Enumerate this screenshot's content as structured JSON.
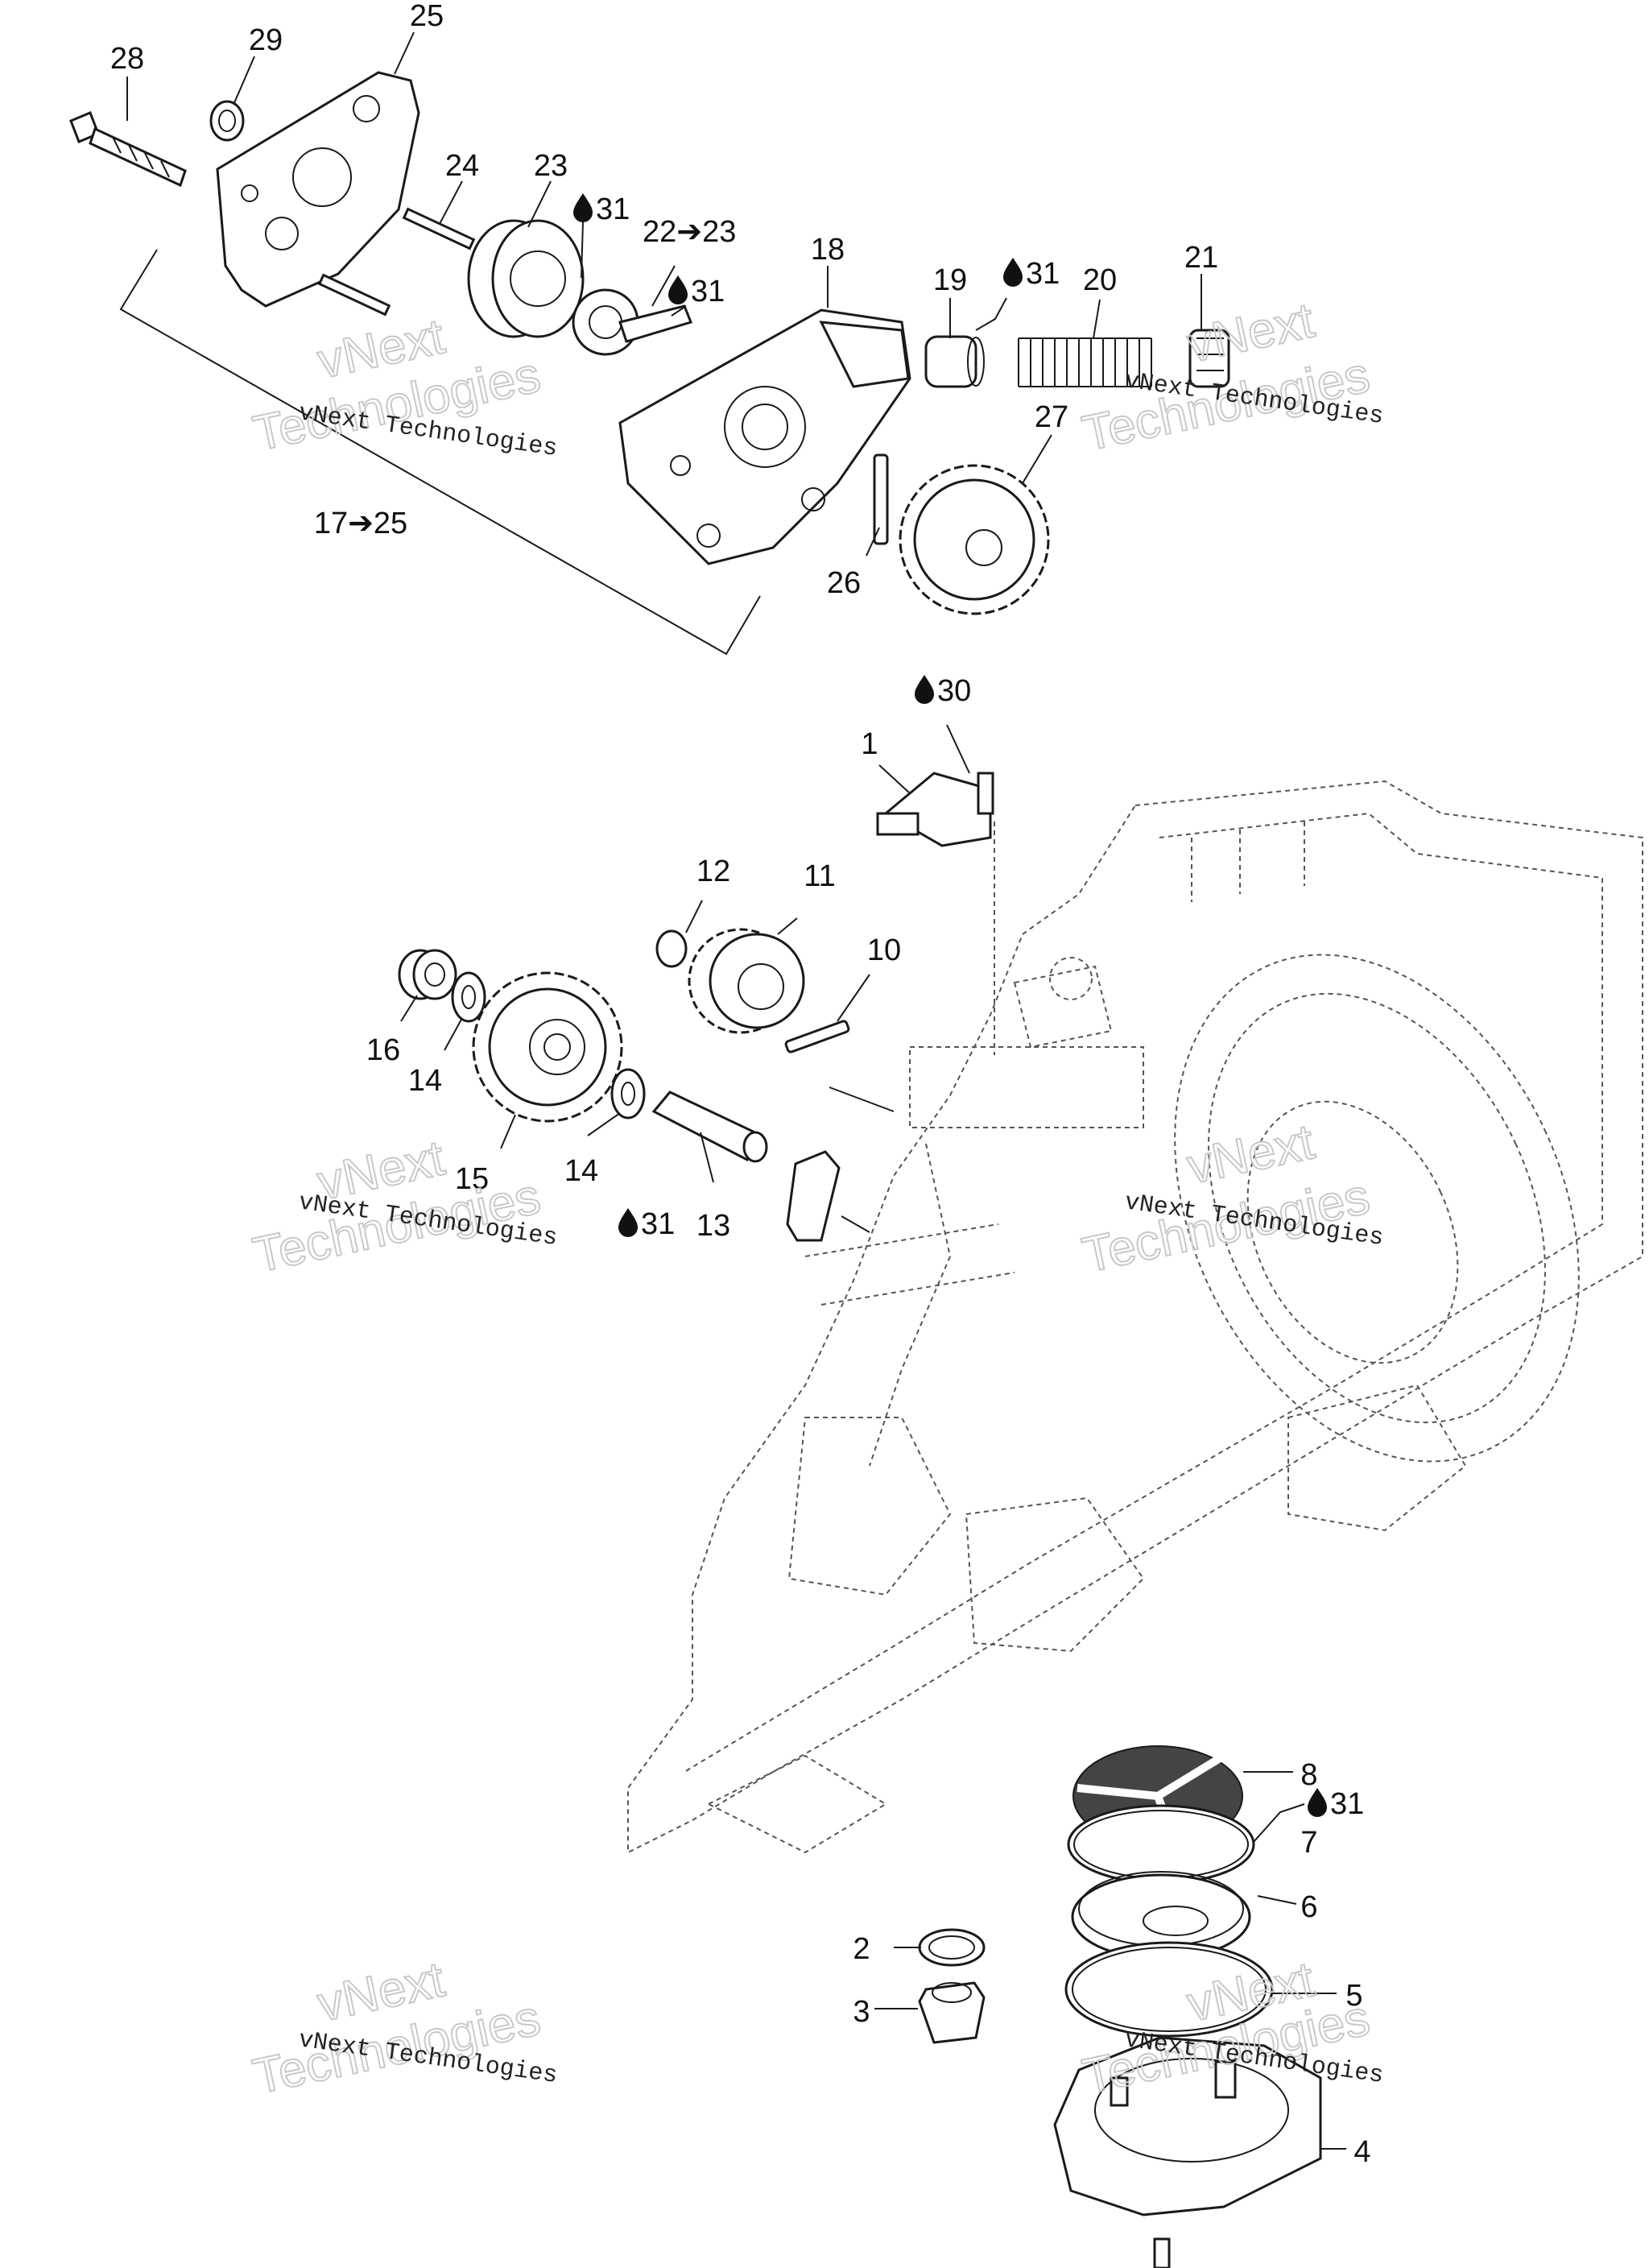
{
  "diagram": {
    "callouts": {
      "c1": "1",
      "c2": "2",
      "c3": "3",
      "c4": "4",
      "c5": "5",
      "c6": "6",
      "c7": "7",
      "c8": "8",
      "c10": "10",
      "c11": "11",
      "c12": "12",
      "c13": "13",
      "c14a": "14",
      "c14b": "14",
      "c15": "15",
      "c16": "16",
      "c17_25": "17➔25",
      "c18": "18",
      "c19": "19",
      "c20": "20",
      "c21": "21",
      "c22_23": "22➔23",
      "c23": "23",
      "c24": "24",
      "c25": "25",
      "c26": "26",
      "c27": "27",
      "c28": "28",
      "c29": "29"
    },
    "lubricant": {
      "l30": "30",
      "l31a": "31",
      "l31b": "31",
      "l31c": "31",
      "l31d": "31",
      "l31e": "31"
    },
    "watermark": {
      "line1": "vNext Technologies",
      "overlay_top": "vNext",
      "overlay_bottom": "Technologies"
    }
  },
  "colors": {
    "ink": "#1a1a1a",
    "background": "#ffffff",
    "watermark": "#c9c9c9"
  },
  "icons": {
    "lubricant": "oil-drop-icon",
    "arrow": "right-arrow-icon"
  }
}
